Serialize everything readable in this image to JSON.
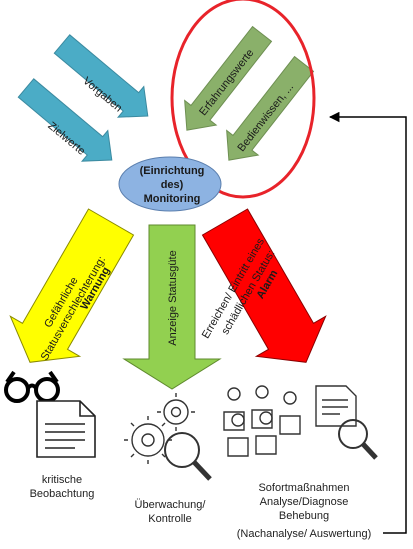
{
  "hub": {
    "lines": [
      "(Einrichtung",
      "des)",
      "Monitoring"
    ]
  },
  "inputs": {
    "vorgaben": "Vorgaben",
    "zielwerte": "Zielwerte",
    "erfahrungswerte": "Erfahrungswerte",
    "bedienwissen": "Bedienwissen, ..."
  },
  "outputs": {
    "warning": {
      "line1": "Gefährliche",
      "line2": "Statusverschlechterung:",
      "line3": "Warnung"
    },
    "status": {
      "line1": "Anzeige Statusgüte"
    },
    "alarm": {
      "line1": "Erreichen/ Eintritt eines",
      "line2": "schädlichen Status:",
      "line3": "Alarm"
    }
  },
  "captions": {
    "observation": [
      "kritische",
      "Beobachtung"
    ],
    "control": [
      "Überwachung/",
      "Kontrolle"
    ],
    "measures": [
      "Sofortmaßnahmen",
      "Analyse/Diagnose",
      "Behebung",
      "(Nachanalyse/ Auswertung)"
    ]
  },
  "colors": {
    "blue_arrow": "#4bacc6",
    "green_arrow": "#8ab06a",
    "yellow_arrow": "#ffff00",
    "green_output": "#92d050",
    "red_output": "#ff0000",
    "hub_fill": "#8db3e2",
    "circle": "#e8232a"
  }
}
